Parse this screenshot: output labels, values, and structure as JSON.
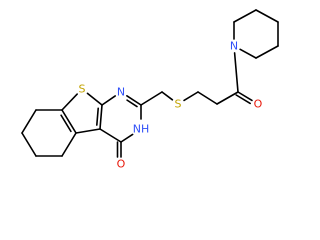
{
  "colors": {
    "background": "#ffffff",
    "bond": "#000000",
    "S": "#c2a300",
    "N": "#3050f8",
    "O": "#e8190b",
    "NH": "#3050f8"
  },
  "molecule": {
    "atoms": [
      {
        "id": "a1",
        "label": "",
        "element": "C"
      },
      {
        "id": "a2",
        "label": "",
        "element": "C"
      },
      {
        "id": "a3",
        "label": "",
        "element": "C"
      },
      {
        "id": "a4",
        "label": "",
        "element": "C"
      },
      {
        "id": "a5",
        "label": "",
        "element": "C"
      },
      {
        "id": "a6",
        "label": "",
        "element": "C"
      },
      {
        "id": "a7",
        "label": "S",
        "element": "S"
      },
      {
        "id": "a8",
        "label": "",
        "element": "C"
      },
      {
        "id": "a9",
        "label": "",
        "element": "C"
      },
      {
        "id": "a10",
        "label": "",
        "element": "C"
      },
      {
        "id": "a11",
        "label": "O",
        "element": "O"
      },
      {
        "id": "a12",
        "label": "NH",
        "element": "NH"
      },
      {
        "id": "a13",
        "label": "",
        "element": "C"
      },
      {
        "id": "a14",
        "label": "N",
        "element": "N"
      },
      {
        "id": "a15",
        "label": "",
        "element": "C"
      },
      {
        "id": "a16",
        "label": "S",
        "element": "S"
      },
      {
        "id": "a17",
        "label": "",
        "element": "C"
      },
      {
        "id": "a18",
        "label": "",
        "element": "C"
      },
      {
        "id": "a19",
        "label": "",
        "element": "C"
      },
      {
        "id": "a20",
        "label": "O",
        "element": "O"
      },
      {
        "id": "a21",
        "label": "N",
        "element": "N"
      },
      {
        "id": "a22",
        "label": "",
        "element": "C"
      },
      {
        "id": "a23",
        "label": "",
        "element": "C"
      },
      {
        "id": "a24",
        "label": "",
        "element": "C"
      },
      {
        "id": "a25",
        "label": "",
        "element": "C"
      },
      {
        "id": "a26",
        "label": "",
        "element": "C"
      }
    ],
    "bonds": [
      {
        "from": "a1",
        "to": "a2",
        "order": 1
      },
      {
        "from": "a2",
        "to": "a3",
        "order": 1
      },
      {
        "from": "a3",
        "to": "a4",
        "order": 1
      },
      {
        "from": "a4",
        "to": "a5",
        "order": 1
      },
      {
        "from": "a5",
        "to": "a6",
        "order": 2
      },
      {
        "from": "a6",
        "to": "a1",
        "order": 1
      },
      {
        "from": "a6",
        "to": "a7",
        "order": 1
      },
      {
        "from": "a7",
        "to": "a8",
        "order": 1
      },
      {
        "from": "a8",
        "to": "a9",
        "order": 2
      },
      {
        "from": "a9",
        "to": "a5",
        "order": 1
      },
      {
        "from": "a9",
        "to": "a10",
        "order": 1
      },
      {
        "from": "a10",
        "to": "a11",
        "order": 2
      },
      {
        "from": "a10",
        "to": "a12",
        "order": 1
      },
      {
        "from": "a12",
        "to": "a13",
        "order": 1
      },
      {
        "from": "a13",
        "to": "a14",
        "order": 2
      },
      {
        "from": "a14",
        "to": "a8",
        "order": 1
      },
      {
        "from": "a13",
        "to": "a15",
        "order": 1
      },
      {
        "from": "a15",
        "to": "a16",
        "order": 1
      },
      {
        "from": "a16",
        "to": "a17",
        "order": 1
      },
      {
        "from": "a17",
        "to": "a18",
        "order": 1
      },
      {
        "from": "a18",
        "to": "a19",
        "order": 1
      },
      {
        "from": "a19",
        "to": "a20",
        "order": 2
      },
      {
        "from": "a19",
        "to": "a21",
        "order": 1
      },
      {
        "from": "a21",
        "to": "a22",
        "order": 1
      },
      {
        "from": "a22",
        "to": "a23",
        "order": 1
      },
      {
        "from": "a23",
        "to": "a24",
        "order": 1
      },
      {
        "from": "a24",
        "to": "a25",
        "order": 1
      },
      {
        "from": "a25",
        "to": "a26",
        "order": 1
      },
      {
        "from": "a26",
        "to": "a21",
        "order": 1
      }
    ]
  }
}
